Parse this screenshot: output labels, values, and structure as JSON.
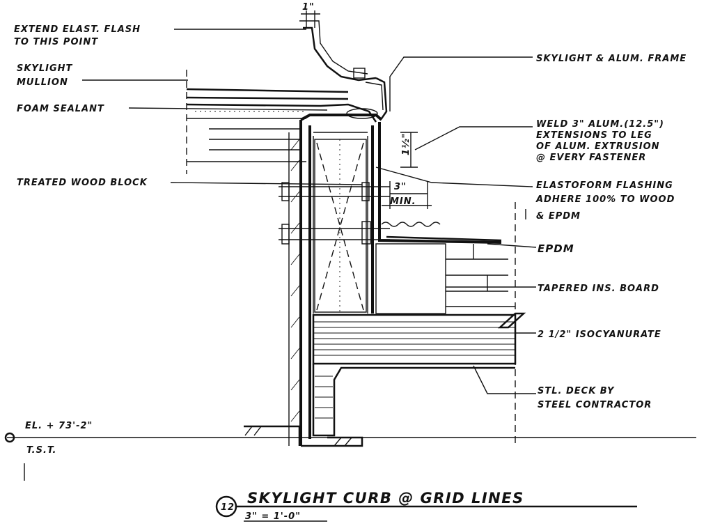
{
  "labels": {
    "extend_flashing": [
      "EXTEND ELAST. FLASH",
      "TO THIS POINT"
    ],
    "skylight_mullion": [
      "SKYLIGHT",
      "MULLION"
    ],
    "foam_sealant": "FOAM SEALANT",
    "treated_wood_block": "TREATED WOOD BLOCK",
    "skylight_frame": "SKYLIGHT & ALUM. FRAME",
    "weld_note": [
      "WELD 3\" ALUM.(12.5\")",
      "EXTENSIONS TO LEG",
      "OF ALUM. EXTRUSION",
      "@ EVERY FASTENER"
    ],
    "flashing_note": [
      "ELASTOFORM FLASHING",
      "ADHERE 100% TO WOOD",
      "& EPDM"
    ],
    "epdm": "EPDM",
    "tapered_board": "TAPERED INS. BOARD",
    "isocyanurate": "2 1/2\" ISOCYANURATE",
    "steel_deck": [
      "STL. DECK BY",
      "STEEL CONTRACTOR"
    ],
    "elevation": "EL. + 73'-2\"",
    "tos": "T.S.T.",
    "dim_top": "1\"",
    "dim_three": "3\"",
    "dim_min": "MIN.",
    "dim_side": "1½\""
  },
  "title": {
    "detail_no": "12",
    "text": "SKYLIGHT CURB @ GRID LINES",
    "scale": "3\" = 1'-0\""
  }
}
